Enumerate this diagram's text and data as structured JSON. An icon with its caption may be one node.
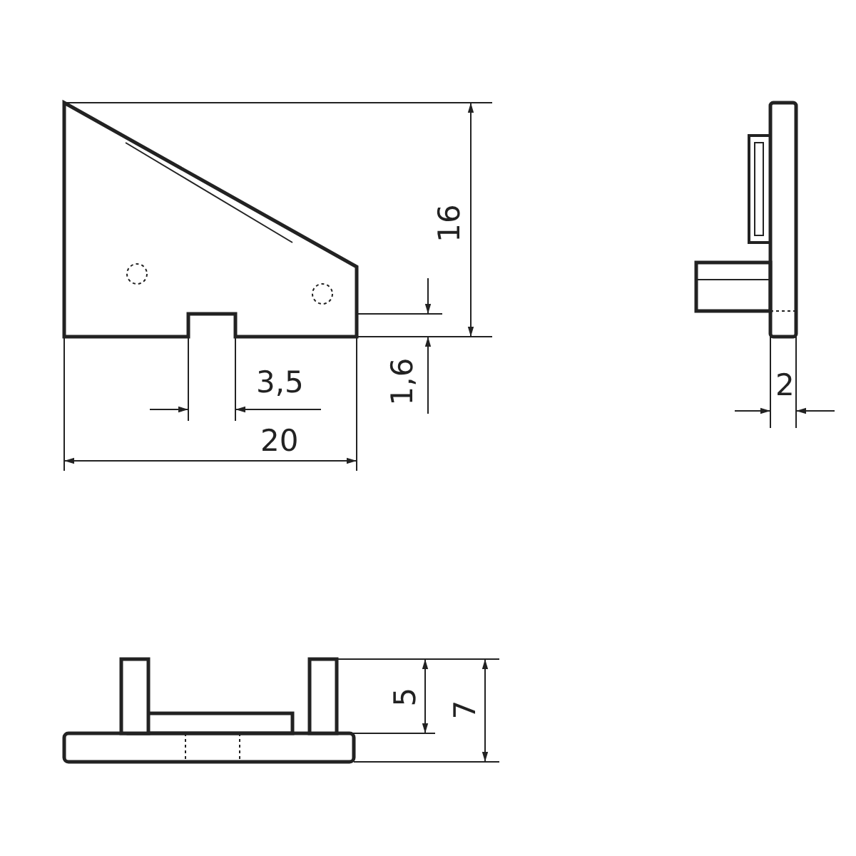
{
  "diagram": {
    "labels": [
      "16",
      "3,5",
      "1,6",
      "2",
      "20",
      "5",
      "7"
    ]
  }
}
